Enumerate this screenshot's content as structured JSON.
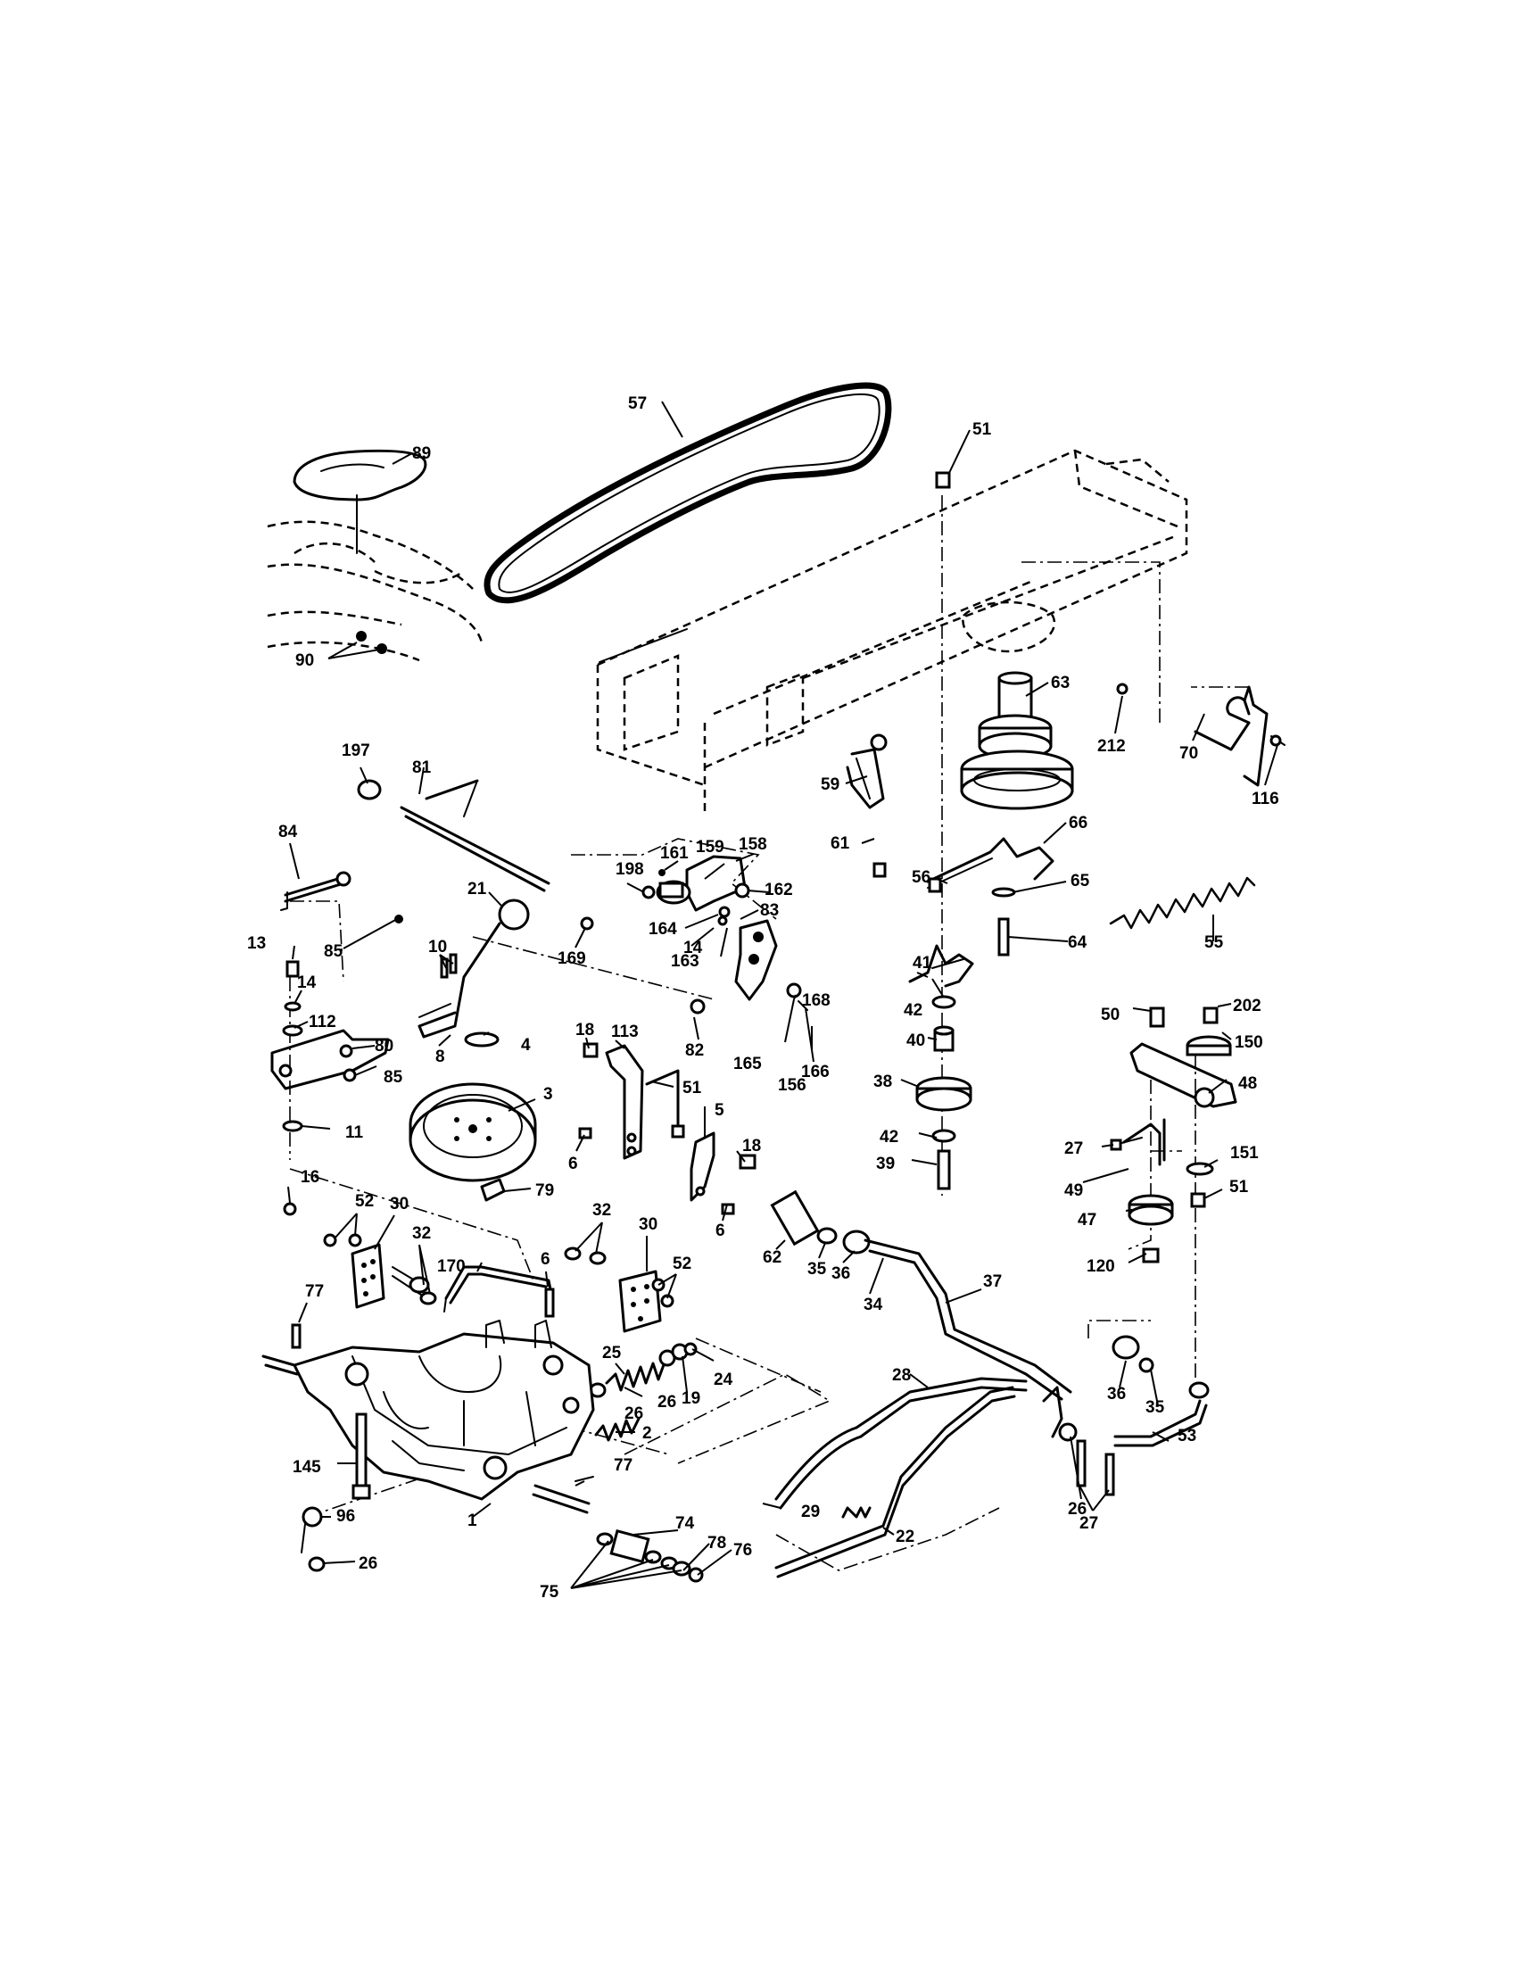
{
  "labels": {
    "l57": "57",
    "l89": "89",
    "l90": "90",
    "l51a": "51",
    "l63": "63",
    "l212": "212",
    "l70": "70",
    "l116": "116",
    "l59": "59",
    "l61": "61",
    "l66": "66",
    "l197": "197",
    "l81": "81",
    "l84": "84",
    "l85a": "85",
    "l198": "198",
    "l161": "161",
    "l159": "159",
    "l158": "158",
    "l162": "162",
    "l56": "56",
    "l65": "65",
    "l64": "64",
    "l55": "55",
    "l21": "21",
    "l169": "169",
    "l164": "164",
    "l14a": "14",
    "l83": "83",
    "l163": "163",
    "l41": "41",
    "l13": "13",
    "l14b": "14",
    "l10": "10",
    "l112": "112",
    "l80": "80",
    "l8": "8",
    "l18a": "18",
    "l113": "113",
    "l82": "82",
    "l168": "168",
    "l42a": "42",
    "l40": "40",
    "l165": "165",
    "l156": "156",
    "l166": "166",
    "l50": "50",
    "l202": "202",
    "l150": "150",
    "l4": "4",
    "l85b": "85",
    "l51b": "51",
    "l38": "38",
    "l48": "48",
    "l3": "3",
    "l11": "11",
    "l5": "5",
    "l6a": "6",
    "l18b": "18",
    "l42b": "42",
    "l39": "39",
    "l27a": "27",
    "l151": "151",
    "l79": "79",
    "l16": "16",
    "l49": "49",
    "l51c": "51",
    "l47": "47",
    "l6b": "6",
    "l62": "62",
    "l52a": "52",
    "l30a": "30",
    "l32a": "32",
    "l30b": "30",
    "l170": "170",
    "l32b": "32",
    "l6c": "6",
    "l52b": "52",
    "l120": "120",
    "l35a": "35",
    "l36a": "36",
    "l34": "34",
    "l37": "37",
    "l77a": "77",
    "l25": "25",
    "l24": "24",
    "l19": "19",
    "l26a": "26",
    "l26b": "26",
    "l28": "28",
    "l36b": "36",
    "l35b": "35",
    "l2": "2",
    "l145": "145",
    "l77b": "77",
    "l53": "53",
    "l29": "29",
    "l96": "96",
    "l1": "1",
    "l74": "74",
    "l78": "78",
    "l76": "76",
    "l22": "22",
    "l26c": "26",
    "l27b": "27",
    "l26d": "26",
    "l75": "75"
  }
}
